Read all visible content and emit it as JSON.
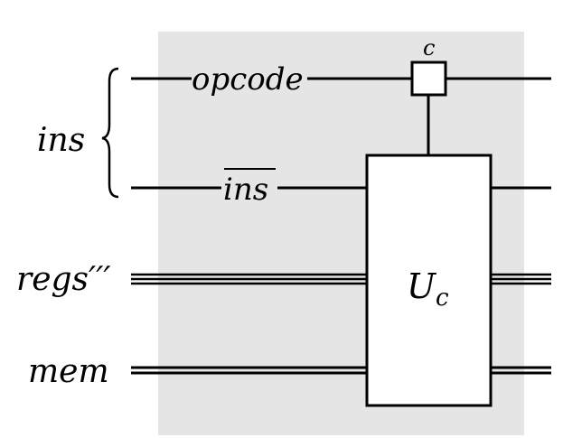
{
  "labels": {
    "ins_group": "ins",
    "regs": "regs′′′",
    "mem": "mem",
    "opcode": "opcode",
    "ins_bar": "ins",
    "control": "c",
    "gate_base": "U",
    "gate_sub": "c"
  },
  "colors": {
    "background_panel": "#e5e5e5",
    "wire": "#000000",
    "gate_fill": "#ffffff"
  }
}
